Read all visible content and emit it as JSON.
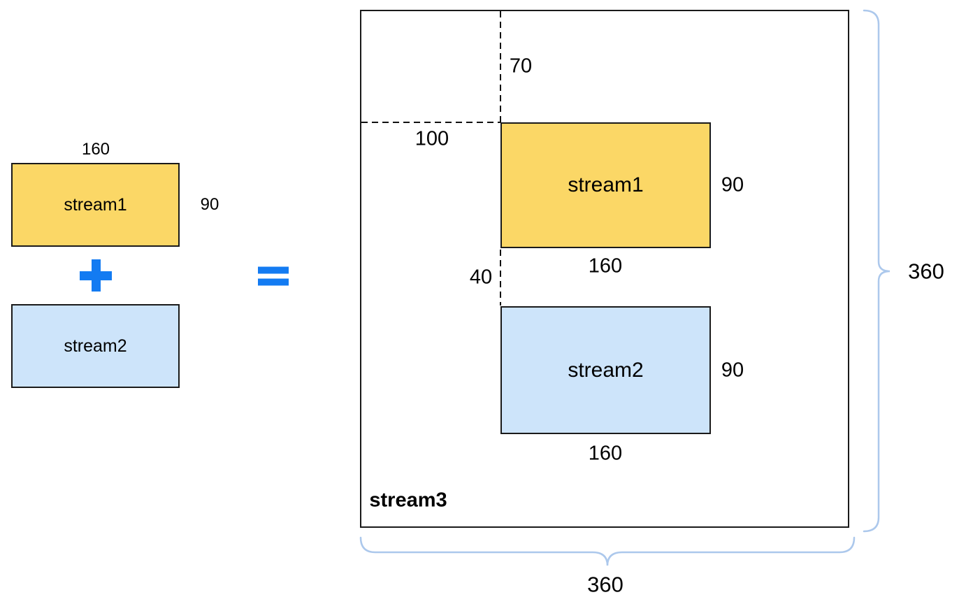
{
  "colors": {
    "stream1_fill": "#FBD766",
    "stream2_fill": "#CDE4FA",
    "box_border": "#1A1A1A",
    "operator_blue": "#137BF2",
    "brace_blue": "#ACC8EC"
  },
  "operators": {
    "plus": "+",
    "equals": "="
  },
  "left_group": {
    "stream1": {
      "label": "stream1",
      "width_label": "160",
      "height_label": "90"
    },
    "stream2": {
      "label": "stream2"
    }
  },
  "canvas": {
    "label": "stream3",
    "y_offset_label": "70",
    "x_offset_label": "100",
    "gap_label": "40",
    "stream1": {
      "label": "stream1",
      "width_label": "160",
      "height_label": "90"
    },
    "stream2": {
      "label": "stream2",
      "width_label": "160",
      "height_label": "90"
    },
    "height_brace_label": "360",
    "width_brace_label": "360"
  }
}
